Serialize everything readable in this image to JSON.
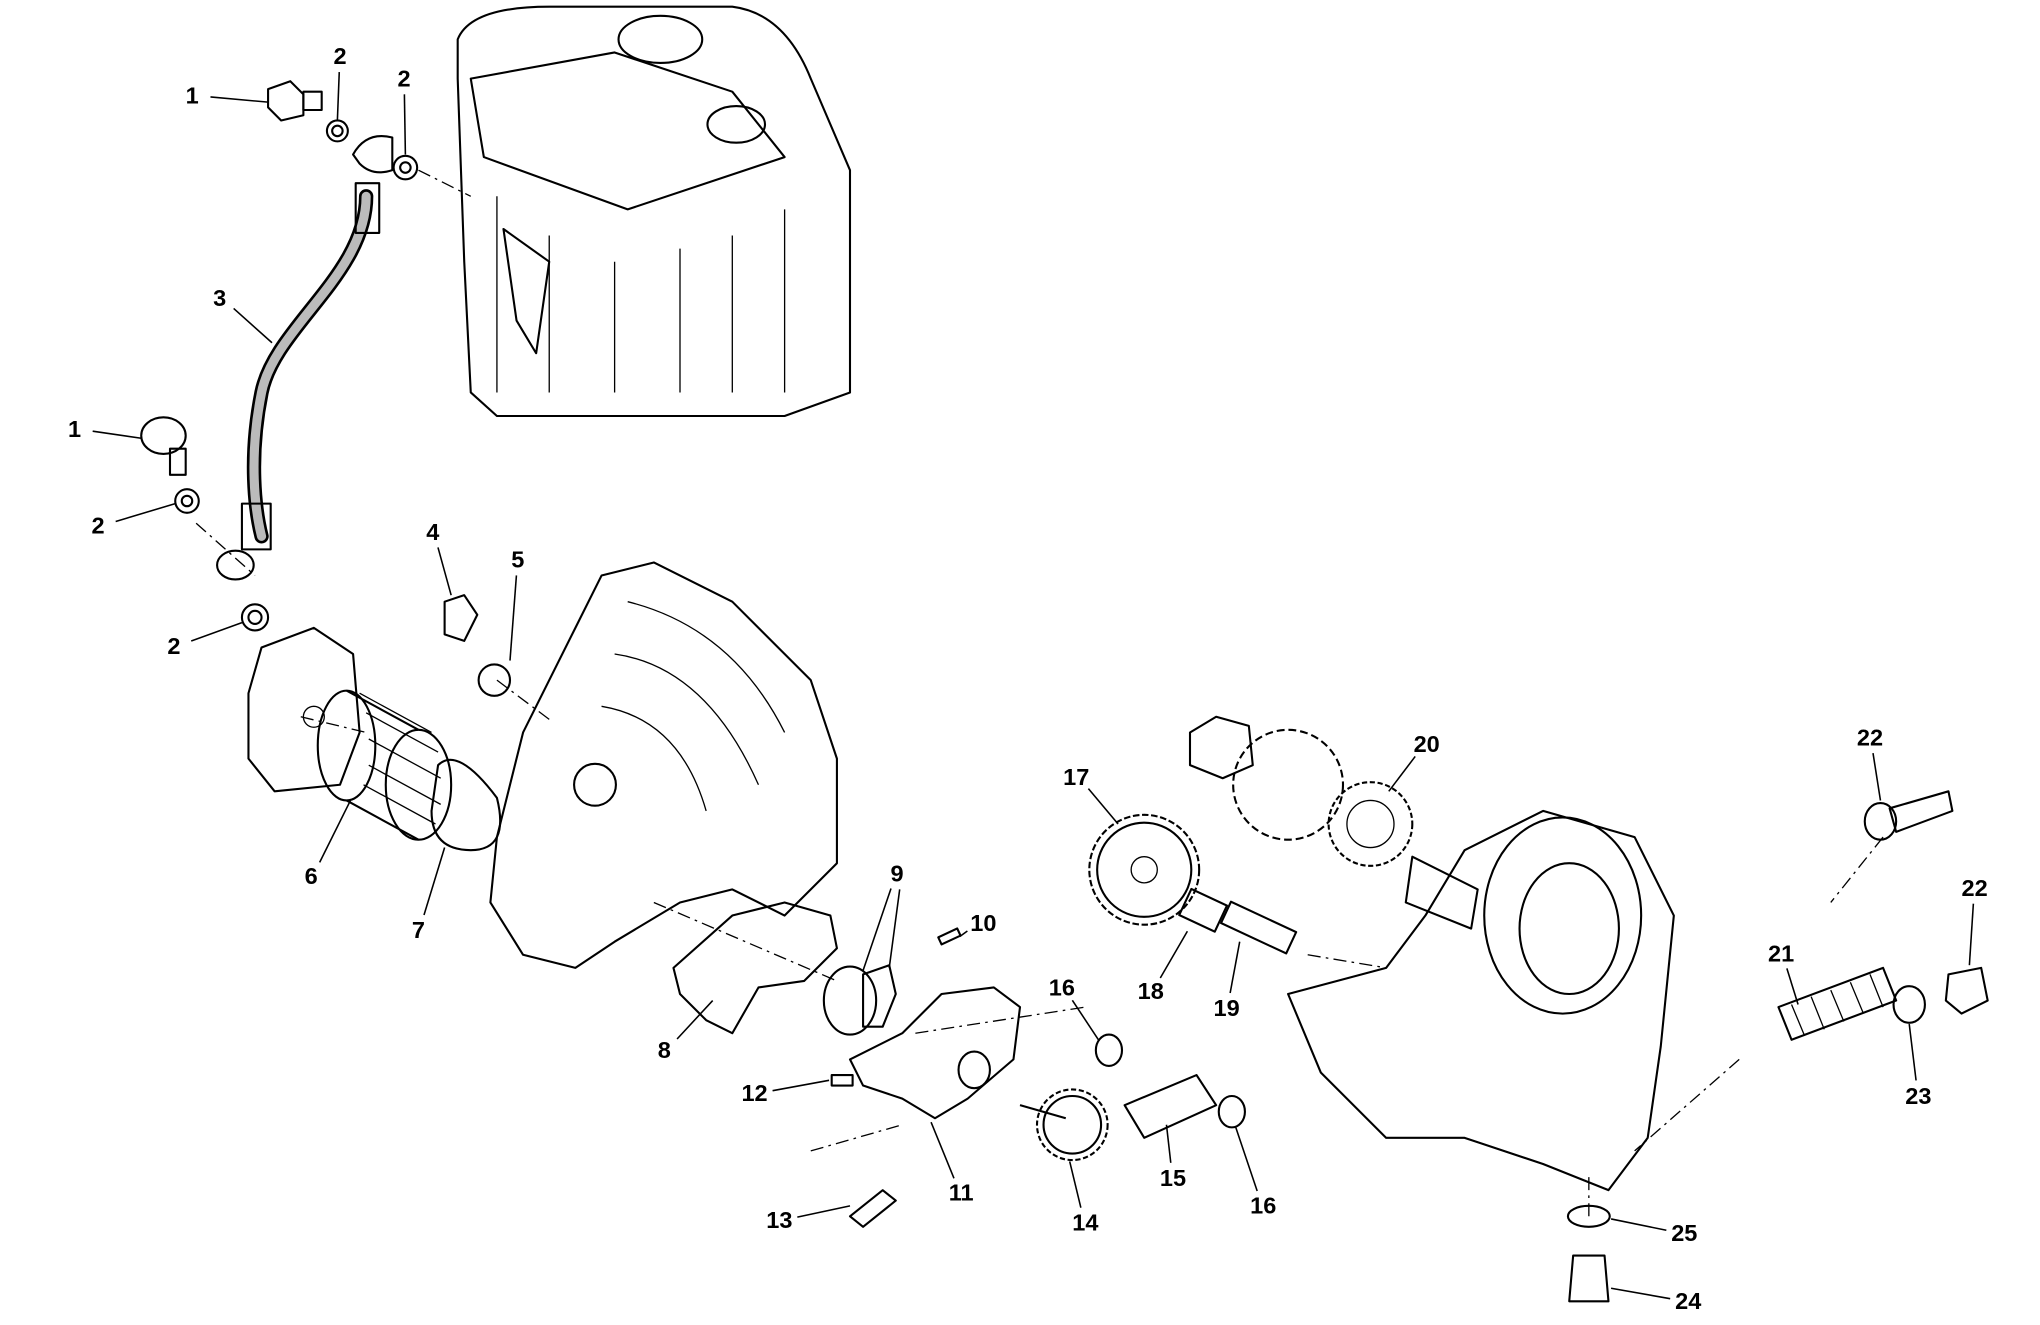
{
  "diagram": {
    "type": "exploded parts diagram",
    "callouts": [
      {
        "label": "1"
      },
      {
        "label": "2"
      },
      {
        "label": "2"
      },
      {
        "label": "3"
      },
      {
        "label": "1"
      },
      {
        "label": "2"
      },
      {
        "label": "2"
      },
      {
        "label": "4"
      },
      {
        "label": "5"
      },
      {
        "label": "6"
      },
      {
        "label": "7"
      },
      {
        "label": "8"
      },
      {
        "label": "9"
      },
      {
        "label": "10"
      },
      {
        "label": "11"
      },
      {
        "label": "12"
      },
      {
        "label": "13"
      },
      {
        "label": "14"
      },
      {
        "label": "15"
      },
      {
        "label": "16"
      },
      {
        "label": "16"
      },
      {
        "label": "17"
      },
      {
        "label": "18"
      },
      {
        "label": "19"
      },
      {
        "label": "20"
      },
      {
        "label": "21"
      },
      {
        "label": "22"
      },
      {
        "label": "22"
      },
      {
        "label": "23"
      },
      {
        "label": "24"
      },
      {
        "label": "25"
      }
    ]
  }
}
